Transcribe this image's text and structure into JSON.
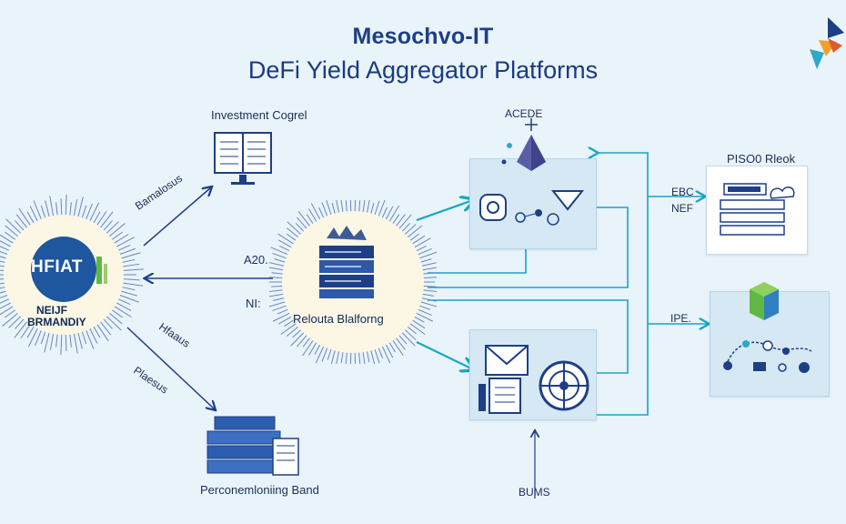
{
  "header": {
    "title": "Mesochvo-IT",
    "subtitle": "DeFi Yield Aggregator Platforms"
  },
  "left_node": {
    "logo_text": "HFIAT",
    "caption_line1": "NEIJF",
    "caption_line2": "BRMANDIY"
  },
  "center_node": {
    "caption": "Relouta Blalforng"
  },
  "labels": {
    "investment": "Investment Cogrel",
    "arrow_upper": "Bamalosus",
    "arrow_lower_1": "Hfaaus",
    "arrow_lower_2": "Plaesus",
    "a20": "A20.",
    "nl": "NI:",
    "bottom_left": "Perconemloniing Band",
    "ace": "ACEDE",
    "top_right": "PISO0 Rleok",
    "ebc": "EBC",
    "nef": "NEF",
    "ipe": "IPE.",
    "bottom_center": "BUMS"
  },
  "colors": {
    "navy": "#1e3f86",
    "teal": "#17a6c4",
    "panel": "#d5e8f4",
    "green": "#5fb843"
  }
}
